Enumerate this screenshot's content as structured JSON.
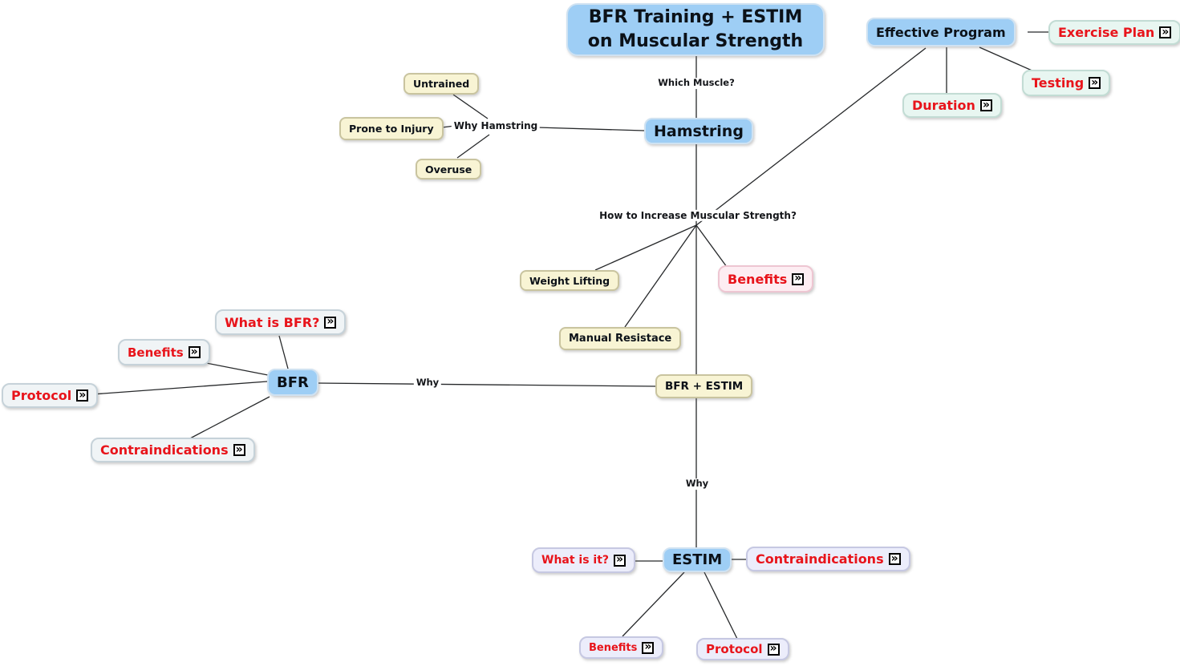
{
  "title": {
    "line1": "BFR Training + ESTIM",
    "line2": "on Muscular Strength"
  },
  "nodes": {
    "effective_program": {
      "label": "Effective Program"
    },
    "exercise_plan": {
      "label": "Exercise Plan",
      "has_link_icon": true
    },
    "testing": {
      "label": "Testing",
      "has_link_icon": true
    },
    "duration": {
      "label": "Duration",
      "has_link_icon": true
    },
    "hamstring": {
      "label": "Hamstring"
    },
    "untrained": {
      "label": "Untrained"
    },
    "prone_to_injury": {
      "label": "Prone to Injury"
    },
    "overuse": {
      "label": "Overuse"
    },
    "weight_lifting": {
      "label": "Weight Lifting"
    },
    "manual_resistace": {
      "label": "Manual Resistace"
    },
    "benefits_center": {
      "label": "Benefits",
      "has_link_icon": true
    },
    "what_is_bfr": {
      "label": "What is BFR?",
      "has_link_icon": true
    },
    "benefits_bfr": {
      "label": "Benefits",
      "has_link_icon": true
    },
    "protocol_bfr": {
      "label": "Protocol",
      "has_link_icon": true
    },
    "contraindications_bfr": {
      "label": "Contraindications",
      "has_link_icon": true
    },
    "bfr": {
      "label": "BFR"
    },
    "bfr_estim": {
      "label": "BFR + ESTIM"
    },
    "estim": {
      "label": "ESTIM"
    },
    "what_is_it": {
      "label": "What is it?",
      "has_link_icon": true
    },
    "contraindications_estim": {
      "label": "Contraindications",
      "has_link_icon": true
    },
    "benefits_estim": {
      "label": "Benefits",
      "has_link_icon": true
    },
    "protocol_estim": {
      "label": "Protocol",
      "has_link_icon": true
    }
  },
  "edge_labels": {
    "which_muscle": "Which Muscle?",
    "why_hamstring": "Why Hamstring",
    "how_to_increase": "How to Increase Muscular Strength?",
    "why_bfr": "Why",
    "why_estim": "Why"
  },
  "edges": [
    {
      "from": "title",
      "to": "hamstring",
      "label": "Which Muscle?"
    },
    {
      "from": "hamstring",
      "to": "strength_hub",
      "label": "How to Increase Muscular Strength?"
    },
    {
      "from": "strength_hub",
      "to": "weight_lifting"
    },
    {
      "from": "strength_hub",
      "to": "manual_resistace"
    },
    {
      "from": "strength_hub",
      "to": "benefits_center"
    },
    {
      "from": "strength_hub",
      "to": "effective_program"
    },
    {
      "from": "effective_program",
      "to": "exercise_plan"
    },
    {
      "from": "effective_program",
      "to": "testing"
    },
    {
      "from": "effective_program",
      "to": "duration"
    },
    {
      "from": "untrained",
      "to": "hamstring",
      "label": "Why Hamstring"
    },
    {
      "from": "prone_to_injury",
      "to": "hamstring",
      "label": "Why Hamstring"
    },
    {
      "from": "overuse",
      "to": "hamstring",
      "label": "Why Hamstring"
    },
    {
      "from": "bfr",
      "to": "what_is_bfr"
    },
    {
      "from": "bfr",
      "to": "benefits_bfr"
    },
    {
      "from": "bfr",
      "to": "protocol_bfr"
    },
    {
      "from": "bfr",
      "to": "contraindications_bfr"
    },
    {
      "from": "bfr",
      "to": "bfr_estim",
      "label": "Why"
    },
    {
      "from": "bfr_estim",
      "to": "estim",
      "label": "Why"
    },
    {
      "from": "estim",
      "to": "what_is_it"
    },
    {
      "from": "estim",
      "to": "contraindications_estim"
    },
    {
      "from": "estim",
      "to": "benefits_estim"
    },
    {
      "from": "estim",
      "to": "protocol_estim"
    }
  ],
  "icons": {
    "link_glyph": "»"
  },
  "colors": {
    "topic_blue": "#9ecef5",
    "concept_cream": "#f8f4d4",
    "program_mint": "#e8f6f1",
    "benefit_pink": "#fdedf2",
    "bfr_gray": "#f0f4f6",
    "estim_lavender": "#ecedfb",
    "link_red": "#e8141b",
    "line_black": "#26282a"
  }
}
